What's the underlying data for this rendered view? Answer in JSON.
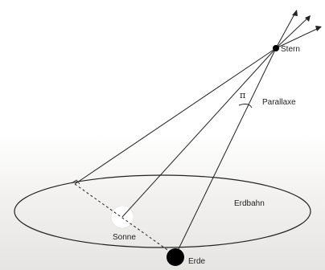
{
  "labels": {
    "star": "Stern",
    "parallax_symbol": "π",
    "parallax": "Parallaxe",
    "orbit": "Erdbahn",
    "sun": "Sonne",
    "earth": "Erde"
  },
  "colors": {
    "ink": "#222222",
    "earth": "#000000",
    "sun": "#ffffff"
  }
}
